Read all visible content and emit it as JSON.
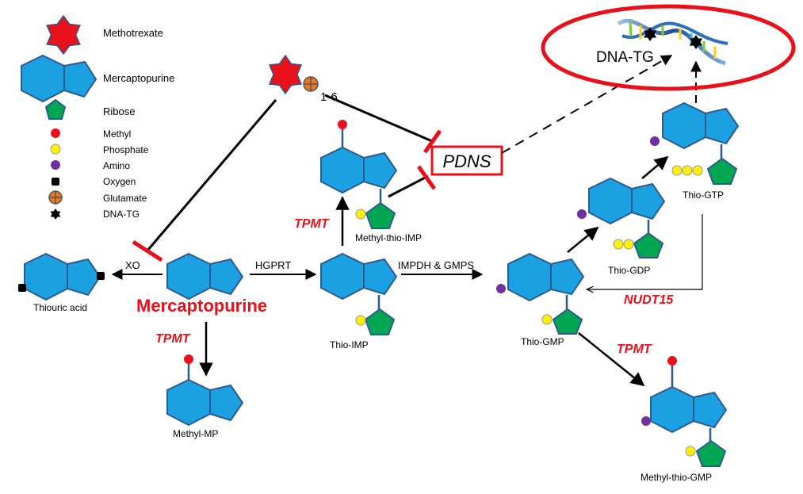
{
  "colors": {
    "hexagon": "#1BA1E2",
    "stroke": "#2E5A8E",
    "ribose": "#00A651",
    "methyl": "#E8111B",
    "phosphate": "#FFF200",
    "amino": "#7030A0",
    "inhibit": "#E8111B",
    "enzyme_red": "#E8111B",
    "highlight": "#E8111B"
  },
  "legend": {
    "methotrexate": "Methotrexate",
    "mercaptopurine": "Mercaptopurine",
    "ribose": "Ribose",
    "methyl": "Methyl",
    "phosphate": "Phosphate",
    "amino": "Amino",
    "oxygen": "Oxygen",
    "glutamate": "Glutamate",
    "dna_tg": "DNA-TG"
  },
  "molecules": {
    "mercaptopurine": "Mercaptopurine",
    "thiouric_acid": "Thiouric acid",
    "methyl_mp": "Methyl-MP",
    "thio_imp": "Thio-IMP",
    "methyl_thio_imp": "Methyl-thio-IMP",
    "thio_gmp": "Thio-GMP",
    "thio_gdp": "Thio-GDP",
    "thio_gtp": "Thio-GTP",
    "methyl_thio_gmp": "Methyl-thio-GMP",
    "dna_tg": "DNA-TG"
  },
  "enzymes": {
    "xo": "XO",
    "hgprt": "HGPRT",
    "impdh_gmps": "IMPDH & GMPS",
    "tpmt": "TPMT",
    "nudt15": "NUDT15",
    "pdns": "PDNS"
  },
  "annotations": {
    "glutamate_count": "1-6"
  },
  "icons": {
    "methotrexate": "red-star-icon",
    "purine": "purine-ring-icon",
    "ribose": "ribose-pentagon-icon",
    "dna": "dna-helix-icon"
  }
}
